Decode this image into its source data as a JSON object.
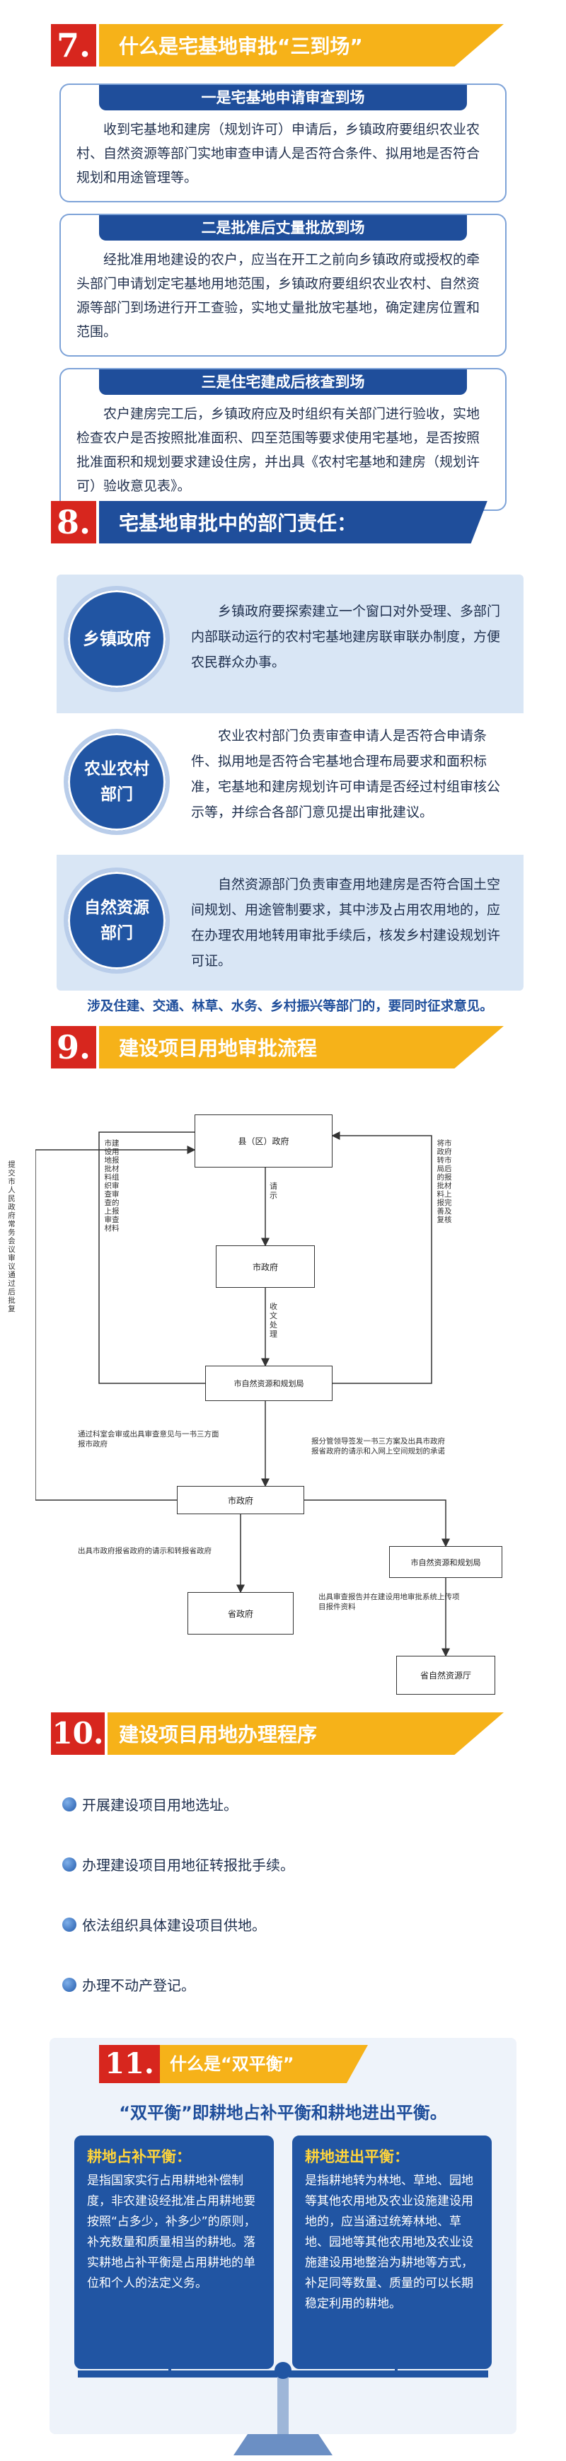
{
  "s7": {
    "num": "7.",
    "title": "什么是宅基地审批“三到场”",
    "cards": [
      {
        "head": "一是宅基地申请审查到场",
        "body": "收到宅基地和建房（规划许可）申请后，乡镇政府要组织农业农村、自然资源等部门实地审查申请人是否符合条件、拟用地是否符合规划和用途管理等。"
      },
      {
        "head": "二是批准后丈量批放到场",
        "body": "经批准用地建设的农户，应当在开工之前向乡镇政府或授权的牵头部门申请划定宅基地用地范围，乡镇政府要组织农业农村、自然资源等部门到场进行开工查验，实地丈量批放宅基地，确定建房位置和范围。"
      },
      {
        "head": "三是住宅建成后核查到场",
        "body": "农户建房完工后，乡镇政府应及时组织有关部门进行验收，实地检查农户是否按照批准面积、四至范围等要求使用宅基地，是否按照批准面积和规划要求建设住房，并出具《农村宅基地和建房（规划许可）验收意见表》。"
      }
    ]
  },
  "s8": {
    "num": "8.",
    "title": "宅基地审批中的部门责任：",
    "rows": [
      {
        "label": "乡镇政府",
        "text": "乡镇政府要探索建立一个窗口对外受理、多部门内部联动运行的农村宅基地建房联审联办制度，方便农民群众办事。"
      },
      {
        "label": "农业农村部门",
        "text": "农业农村部门负责审查申请人是否符合申请条件、拟用地是否符合宅基地合理布局要求和面积标准，宅基地和建房规划许可申请是否经过村组审核公示等，并综合各部门意见提出审批建议。"
      },
      {
        "label": "自然资源部门",
        "text": "自然资源部门负责审查用地建房是否符合国土空间规划、用途管制要求，其中涉及占用农用地的，应在办理农用地转用审批手续后，核发乡村建设规划许可证。"
      }
    ],
    "note": "涉及住建、交通、林草、水务、乡村振兴等部门的，要同时征求意见。"
  },
  "s9": {
    "num": "9.",
    "title": "建设项目用地审批流程",
    "boxes": {
      "county": "县（区）政府",
      "city1": "市政府",
      "bureau1": "市自然资源和规划局",
      "city2": "市政府",
      "province": "省政府",
      "bureau2": "市自然资源和规划局",
      "provdept": "省自然资源厅"
    },
    "labels": {
      "report": "请示",
      "forward": "收文处理",
      "left_long": "提交市人民政府常务会议审议通过后批复",
      "left_mid": "市建设用地报批材料组织审查审查的上报审查材料",
      "right_v": "将市政府转市局后的报批材料上报完善及复核",
      "bureau_to_city": "通过科室会审或出具审查意见与一书三方面报市政府",
      "city_to_bureau": "报分管领导签发一书三方案及出具市政府报省政府的请示和入网上空间规划的承诺",
      "city_to_prov": "出具市政府报省政府的请示和转报省政府",
      "bureau_to_dept": "出具审查报告并在建设用地审批系统上传项目报件资料"
    }
  },
  "s10": {
    "num": "10.",
    "title": "建设项目用地办理程序",
    "steps": [
      "开展建设项目用地选址。",
      "办理建设项目用地征转报批手续。",
      "依法组织具体建设项目供地。",
      "办理不动产登记。"
    ]
  },
  "s11": {
    "num": "11.",
    "title": "什么是“双平衡”",
    "def": "“双平衡”即耕地占补平衡和耕地进出平衡。",
    "left": {
      "head": "耕地占补平衡：",
      "body": "是指国家实行占用耕地补偿制度，非农建设经批准占用耕地要按照“占多少，补多少”的原则，补充数量和质量相当的耕地。落实耕地占补平衡是占用耕地的单位和个人的法定义务。"
    },
    "right": {
      "head": "耕地进出平衡：",
      "body": "是指耕地转为林地、草地、园地等其他农用地及农业设施建设用地的，应当通过统筹林地、草地、园地等其他农用地及农业设施建设用地整治为耕地等方式，补足同等数量、质量的可以长期稳定利用的耕地。"
    }
  },
  "colors": {
    "red": "#d7261e",
    "gold": "#f6b219",
    "blue": "#1f4e9b",
    "lightblue": "#d9e6f5"
  }
}
